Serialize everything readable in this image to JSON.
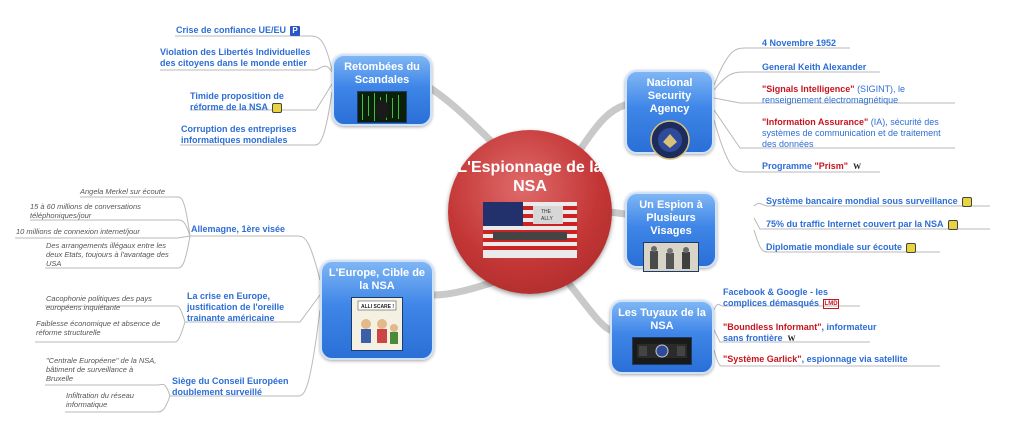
{
  "center": {
    "title": "L'Espionnage de la NSA",
    "flag_text_1": "THE",
    "flag_text_2": "ALLY"
  },
  "branches": {
    "retombees": {
      "label": "Retombées du Scandales",
      "leaves": [
        "Crise de confiance UE/EU",
        "Violation des Libertés Individuelles des citoyens dans le monde entier",
        "Timide proposition de réforme de la NSA",
        "Corruption des entreprises informatiques mondiales"
      ]
    },
    "europe": {
      "label": "L'Europe, Cible de la NSA",
      "cartoon_text": "ALLI SCARE !",
      "groups": [
        {
          "label": "Allemagne, 1ère visée",
          "subs": [
            "Angela Merkel sur écoute",
            "15 à 60 millions de conversations téléphoniques/jour",
            "10 millions de connexion internet/jour",
            "Des arrangements illégaux entre les deux Etats, toujours à l'avantage des USA"
          ]
        },
        {
          "label": "La crise en Europe, justification de l'oreille trainante américaine",
          "subs": [
            "Cacophonie politiques des pays européens inquiétante",
            "Faiblesse économique et absence de réforme structurelle"
          ]
        },
        {
          "label": "Siège du Conseil Européen doublement surveillé",
          "subs": [
            "\"Centrale Européene\" de la NSA, bâtiment de surveillance à Bruxelle",
            "Infiltration du réseau informatique"
          ]
        }
      ]
    },
    "nsa": {
      "label": "Nacional Security Agency",
      "leaves": [
        {
          "plain": "4 Novembre 1952"
        },
        {
          "plain": "General Keith Alexander"
        },
        {
          "red": "\"Signals Intelligence\"",
          "rest": " (SIGINT), le renseignement électromagnétique"
        },
        {
          "red": "\"Information Assurance\"",
          "rest": " (IA), sécurité des systèmes de communication et de traitement des données"
        },
        {
          "pre": "Programme ",
          "red": "\"Prism\""
        }
      ]
    },
    "espion": {
      "label": "Un Espion à Plusieurs Visages",
      "leaves": [
        "Système bancaire mondial sous surveillance",
        "75% du traffic Internet couvert par la NSA",
        "Diplomatie mondiale sur écoute"
      ]
    },
    "tuyaux": {
      "label": "Les Tuyaux de la NSA",
      "leaves": [
        {
          "plain": "Facebook & Google - les complices démasqués"
        },
        {
          "red": "\"Boundless Informant\"",
          "rest": ", informateur sans frontière"
        },
        {
          "red": "\"Système Garlick\"",
          "rest": ", espionnage via satellite"
        }
      ]
    }
  },
  "icons": {
    "p": "P",
    "wiki": "W",
    "lmd": "LMD"
  },
  "colors": {
    "center": "#c33636",
    "node": "#3f86e8",
    "leaf": "#2d6ed6",
    "highlight": "#c8141e"
  }
}
